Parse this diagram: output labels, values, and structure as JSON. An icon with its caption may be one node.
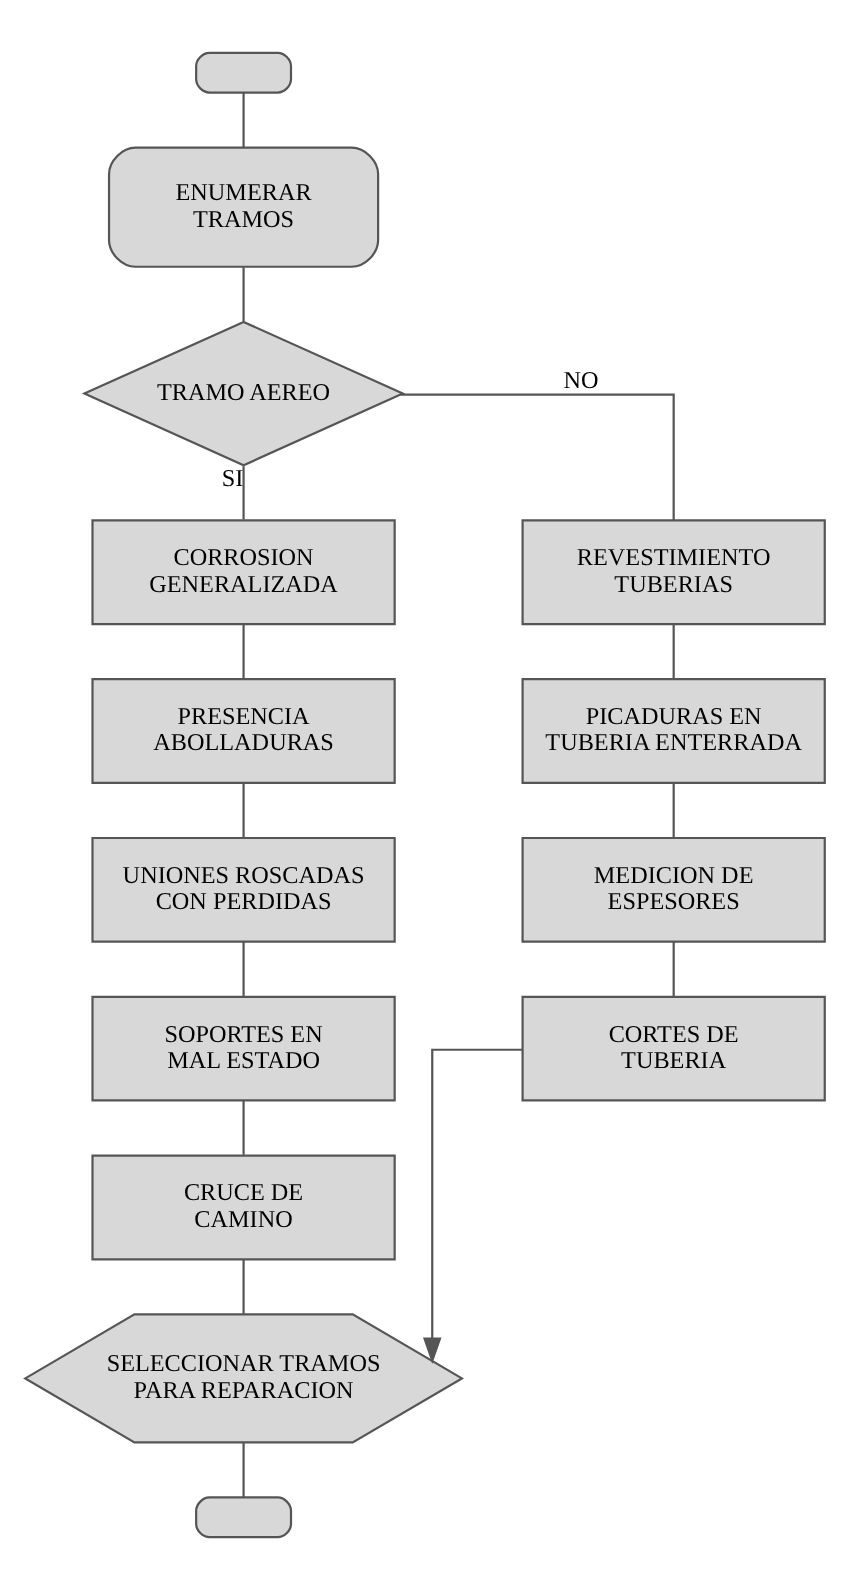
{
  "diagram": {
    "nodes": [
      {
        "text": [],
        "shape": "terminal"
      },
      {
        "text": [
          "ENUMERAR TRAMOS"
        ]
      },
      {
        "text": [
          "TRAMO AEREO"
        ]
      },
      {
        "text": [
          "CORROSION GENERALIZADA"
        ]
      },
      {
        "text": [
          "PRESENCIA ABOLLADURAS"
        ]
      },
      {
        "text": [
          "UNIONES ROSCADAS CON PERDIDAS"
        ]
      },
      {
        "text": [
          "SOPORTES EN MAL ESTADO"
        ]
      },
      {
        "text": [
          "CRUCE DE CAMINO"
        ]
      },
      {
        "text": [
          "REVESTIMIENTO TUBERIAS"
        ]
      },
      {
        "text": [
          "PICADURAS EN TUBERIA ENTERRADA"
        ]
      },
      {
        "text": [
          "MEDICION DE ESPESORES"
        ]
      },
      {
        "text": [
          "CORTES DE TUBERIA"
        ]
      },
      {
        "text": [
          "SELECCIONAR TRAMOS PARA REPARACION"
        ]
      },
      {
        "text": [],
        "shape": "terminal"
      }
    ],
    "edges": [
      {
        "from": 0,
        "to": 1,
        "arrow": "none"
      },
      {
        "from": 1,
        "to": 2,
        "arrow": "none"
      },
      {
        "from": 2,
        "to": 3,
        "arrow": "none",
        "label": "SI"
      },
      {
        "from": 3,
        "to": 4,
        "arrow": "none"
      },
      {
        "from": 4,
        "to": 5,
        "arrow": "none"
      },
      {
        "from": 5,
        "to": 6,
        "arrow": "none"
      },
      {
        "from": 6,
        "to": 7,
        "arrow": "none"
      },
      {
        "from": 7,
        "to": 12,
        "arrow": "none"
      },
      {
        "from": 2,
        "to": 8,
        "arrow": "none",
        "label": "NO"
      },
      {
        "from": 8,
        "to": 9,
        "arrow": "none"
      },
      {
        "from": 9,
        "to": 10,
        "arrow": "none"
      },
      {
        "from": 10,
        "to": 11,
        "arrow": "none"
      },
      {
        "from": 11,
        "to": 12,
        "arrow": "to"
      },
      {
        "from": 12,
        "to": 13,
        "arrow": "none"
      }
    ]
  }
}
